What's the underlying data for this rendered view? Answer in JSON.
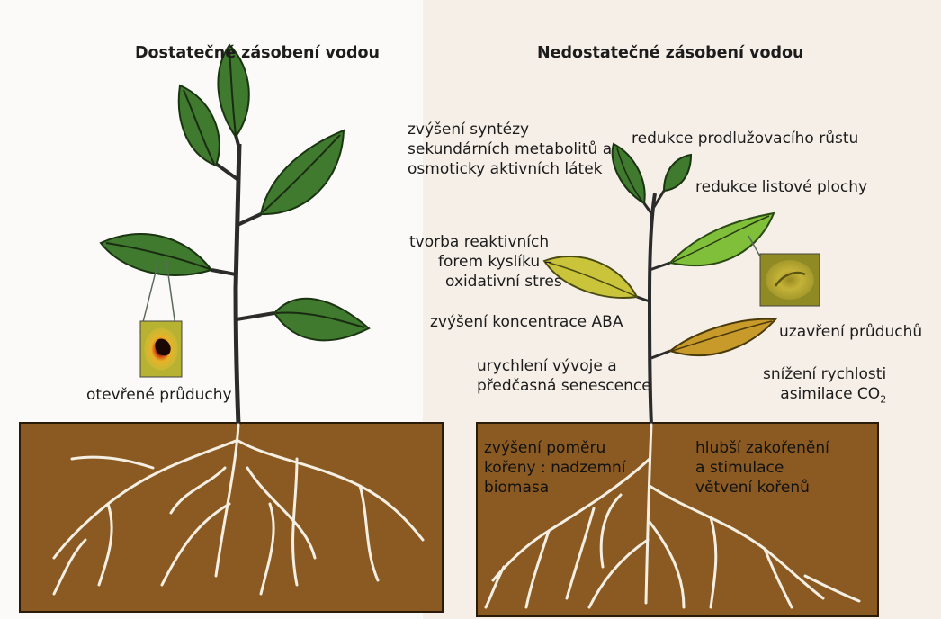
{
  "panels": {
    "left": {
      "title": "Dostatečné zásobení vodou",
      "stomata_label": "otevřené průduchy"
    },
    "right": {
      "title": "Nedostatečné zásobení vodou",
      "labels": {
        "secondary_metabolites": [
          "zvýšení syntézy",
          "sekundárních metabolitů a",
          "osmoticky aktivních látek"
        ],
        "reduced_elongation": "redukce prodlužovacího růstu",
        "reduced_leaf_area": "redukce listové plochy",
        "reactive_oxygen": [
          "tvorba reaktivních",
          "forem kyslíku –",
          "oxidativní stres"
        ],
        "aba_increase": "zvýšení koncentrace ABA",
        "closed_stomata": "uzavření průduchů",
        "accelerated_development": [
          "urychlení vývoje a",
          "předčasná senescence"
        ],
        "assimilation_rate_line1": "snížení rychlosti",
        "assimilation_rate_line2_prefix": "asimilace CO",
        "assimilation_rate_line2_sub": "2",
        "root_shoot_ratio": [
          "zvýšení poměru",
          "kořeny : nadzemní",
          "biomasa"
        ],
        "deeper_rooting": [
          "hlubší zakořenění",
          "a stimulace",
          "větvení kořenů"
        ]
      }
    }
  },
  "colors": {
    "soil": "#8a5a22",
    "soil_border": "#2a1a08",
    "healthy_leaf": "#3f7a2e",
    "pale_leaf": "#7fbf3a",
    "yellow_leaf": "#c9c43a",
    "senescent_leaf": "#c79a2a",
    "stem": "#2b2b2b",
    "root": "#f4efe2"
  }
}
